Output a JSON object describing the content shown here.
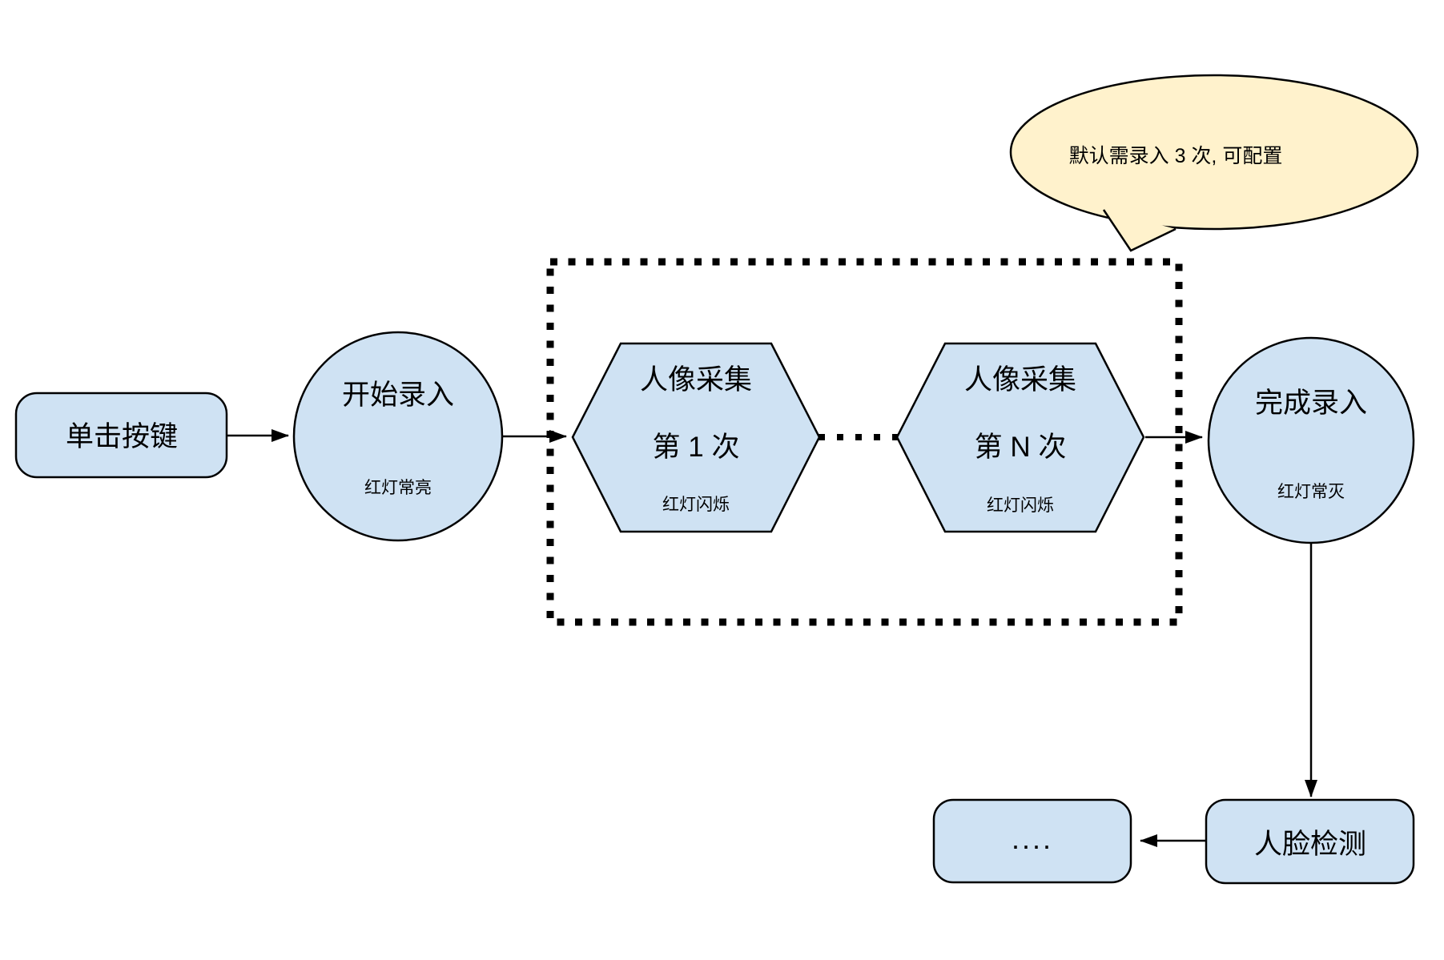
{
  "colors": {
    "node_fill": "#cfe2f3",
    "node_stroke": "#000000",
    "bubble_fill": "#fff2cc",
    "bubble_stroke": "#000000",
    "edge_color": "#000000"
  },
  "nodes": {
    "click_button": {
      "label": "单击按键"
    },
    "start_entry": {
      "label": "开始录入",
      "status": "红灯常亮"
    },
    "capture_1": {
      "label": "人像采集",
      "sequence": "第 1 次",
      "status": "红灯闪烁"
    },
    "capture_n": {
      "label": "人像采集",
      "sequence": "第 N 次",
      "status": "红灯闪烁"
    },
    "finish_entry": {
      "label": "完成录入",
      "status": "红灯常灭"
    },
    "face_detection": {
      "label": "人脸检测"
    },
    "more": {
      "label": "...."
    }
  },
  "callout": {
    "text": "默认需录入 3 次, 可配置"
  }
}
